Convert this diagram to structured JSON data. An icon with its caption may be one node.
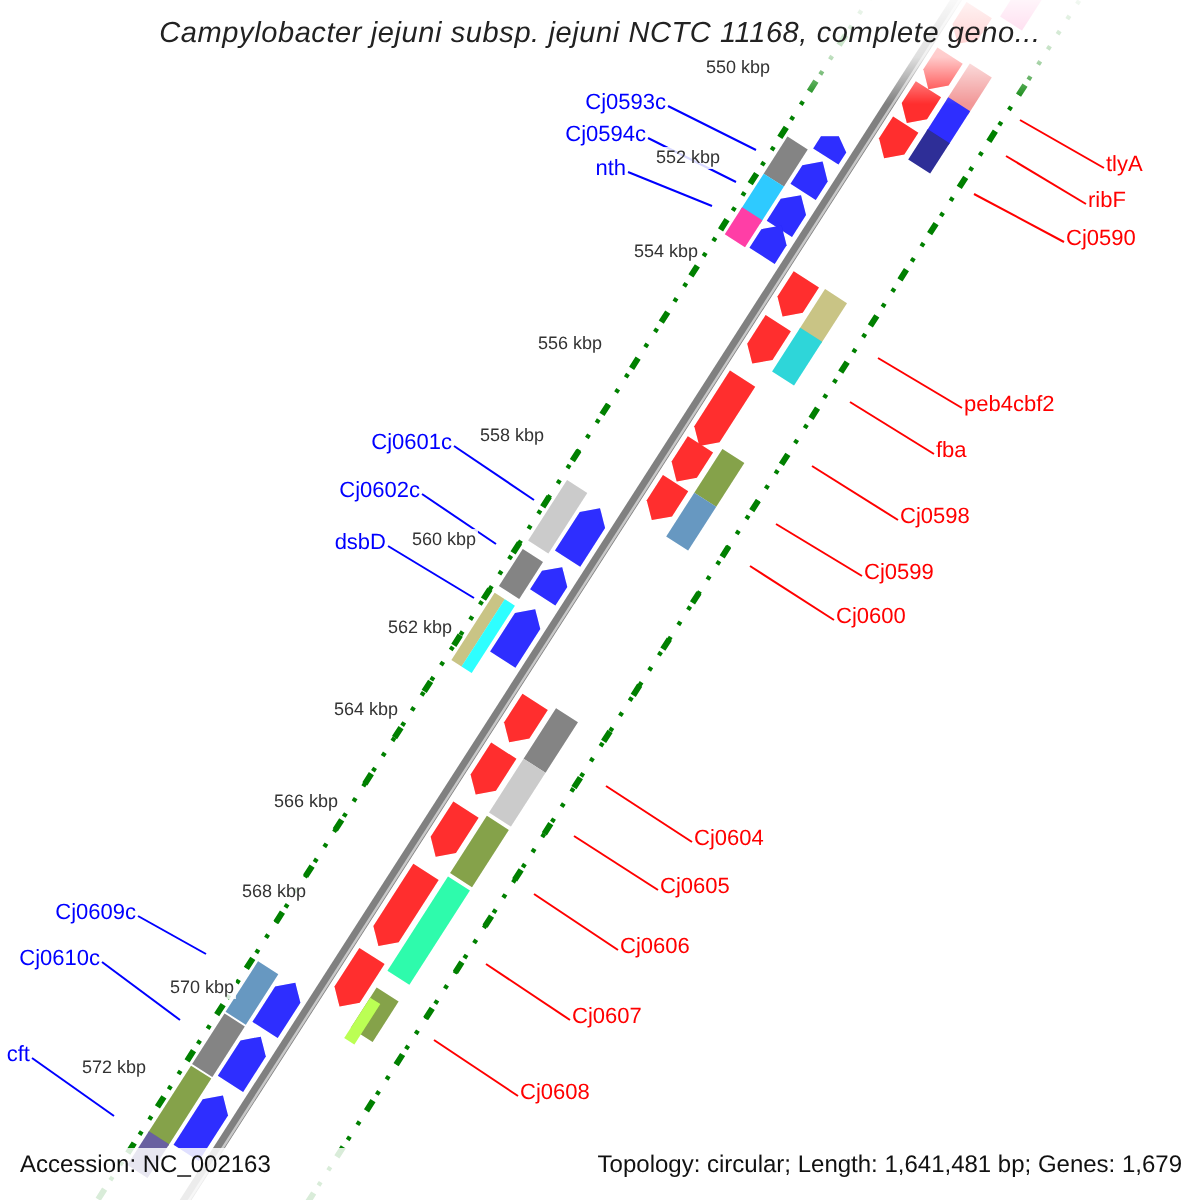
{
  "diagram": {
    "title": "Campylobacter jejuni subsp. jejuni NCTC 11168, complete geno...",
    "nodes": [
      {
        "text": [
          "Cj0593c"
        ]
      },
      {
        "text": [
          "Cj0594c"
        ]
      },
      {
        "text": [
          "tlyA"
        ]
      },
      {
        "text": [
          "nth"
        ]
      },
      {
        "text": [
          "ribF"
        ]
      },
      {
        "text": [
          "Cj0590"
        ]
      },
      {
        "text": [
          "peb4cbf2"
        ]
      },
      {
        "text": [
          "Cj0601c"
        ]
      },
      {
        "text": [
          "fba"
        ]
      },
      {
        "text": [
          "Cj0602c"
        ]
      },
      {
        "text": [
          "Cj0598"
        ]
      },
      {
        "text": [
          "dsbD"
        ]
      },
      {
        "text": [
          "Cj0599"
        ]
      },
      {
        "text": [
          "Cj0600"
        ]
      },
      {
        "text": [
          "Cj0604"
        ]
      },
      {
        "text": [
          "Cj0605"
        ]
      },
      {
        "text": [
          "Cj0609c"
        ]
      },
      {
        "text": [
          "Cj0606"
        ]
      },
      {
        "text": [
          "Cj0610c"
        ]
      },
      {
        "text": [
          "Cj0607"
        ]
      },
      {
        "text": [
          "cft"
        ]
      },
      {
        "text": [
          "Cj0608"
        ]
      }
    ],
    "edges": [
      {
        "from": 0,
        "to": null,
        "arrow": "none",
        "color": "#0000ff"
      },
      {
        "from": 1,
        "to": null,
        "arrow": "none",
        "color": "#0000ff"
      },
      {
        "from": 2,
        "to": null,
        "arrow": "none"
      },
      {
        "from": 3,
        "to": null,
        "arrow": "none",
        "color": "#0000ff"
      },
      {
        "from": 4,
        "to": null,
        "arrow": "none"
      },
      {
        "from": 5,
        "to": null,
        "arrow": "none"
      },
      {
        "from": 6,
        "to": null,
        "arrow": "none"
      },
      {
        "from": 7,
        "to": null,
        "arrow": "none",
        "color": "#0000ff"
      },
      {
        "from": 8,
        "to": null,
        "arrow": "none"
      },
      {
        "from": 9,
        "to": null,
        "arrow": "none",
        "color": "#0000ff"
      },
      {
        "from": 10,
        "to": null,
        "arrow": "none"
      },
      {
        "from": 11,
        "to": null,
        "arrow": "none",
        "color": "#0000ff"
      },
      {
        "from": 12,
        "to": null,
        "arrow": "none"
      },
      {
        "from": 13,
        "to": null,
        "arrow": "none"
      },
      {
        "from": 14,
        "to": null,
        "arrow": "none"
      },
      {
        "from": 15,
        "to": null,
        "arrow": "none"
      },
      {
        "from": 16,
        "to": null,
        "arrow": "none",
        "color": "#0000ff"
      },
      {
        "from": 17,
        "to": null,
        "arrow": "none"
      },
      {
        "from": 18,
        "to": null,
        "arrow": "none",
        "color": "#0000ff"
      },
      {
        "from": 19,
        "to": null,
        "arrow": "none"
      },
      {
        "from": 20,
        "to": null,
        "arrow": "none",
        "color": "#0000ff"
      },
      {
        "from": 21,
        "to": null,
        "arrow": "none"
      }
    ],
    "labels": [
      "550 kbp",
      "552 kbp",
      "554 kbp",
      "556 kbp",
      "558 kbp",
      "560 kbp",
      "562 kbp",
      "564 kbp",
      "566 kbp",
      "568 kbp",
      "570 kbp",
      "572 kbp",
      "Accession: NC_002163",
      "Topology: circular; Length: 1,641,481 bp; Genes: 1,679"
    ]
  }
}
